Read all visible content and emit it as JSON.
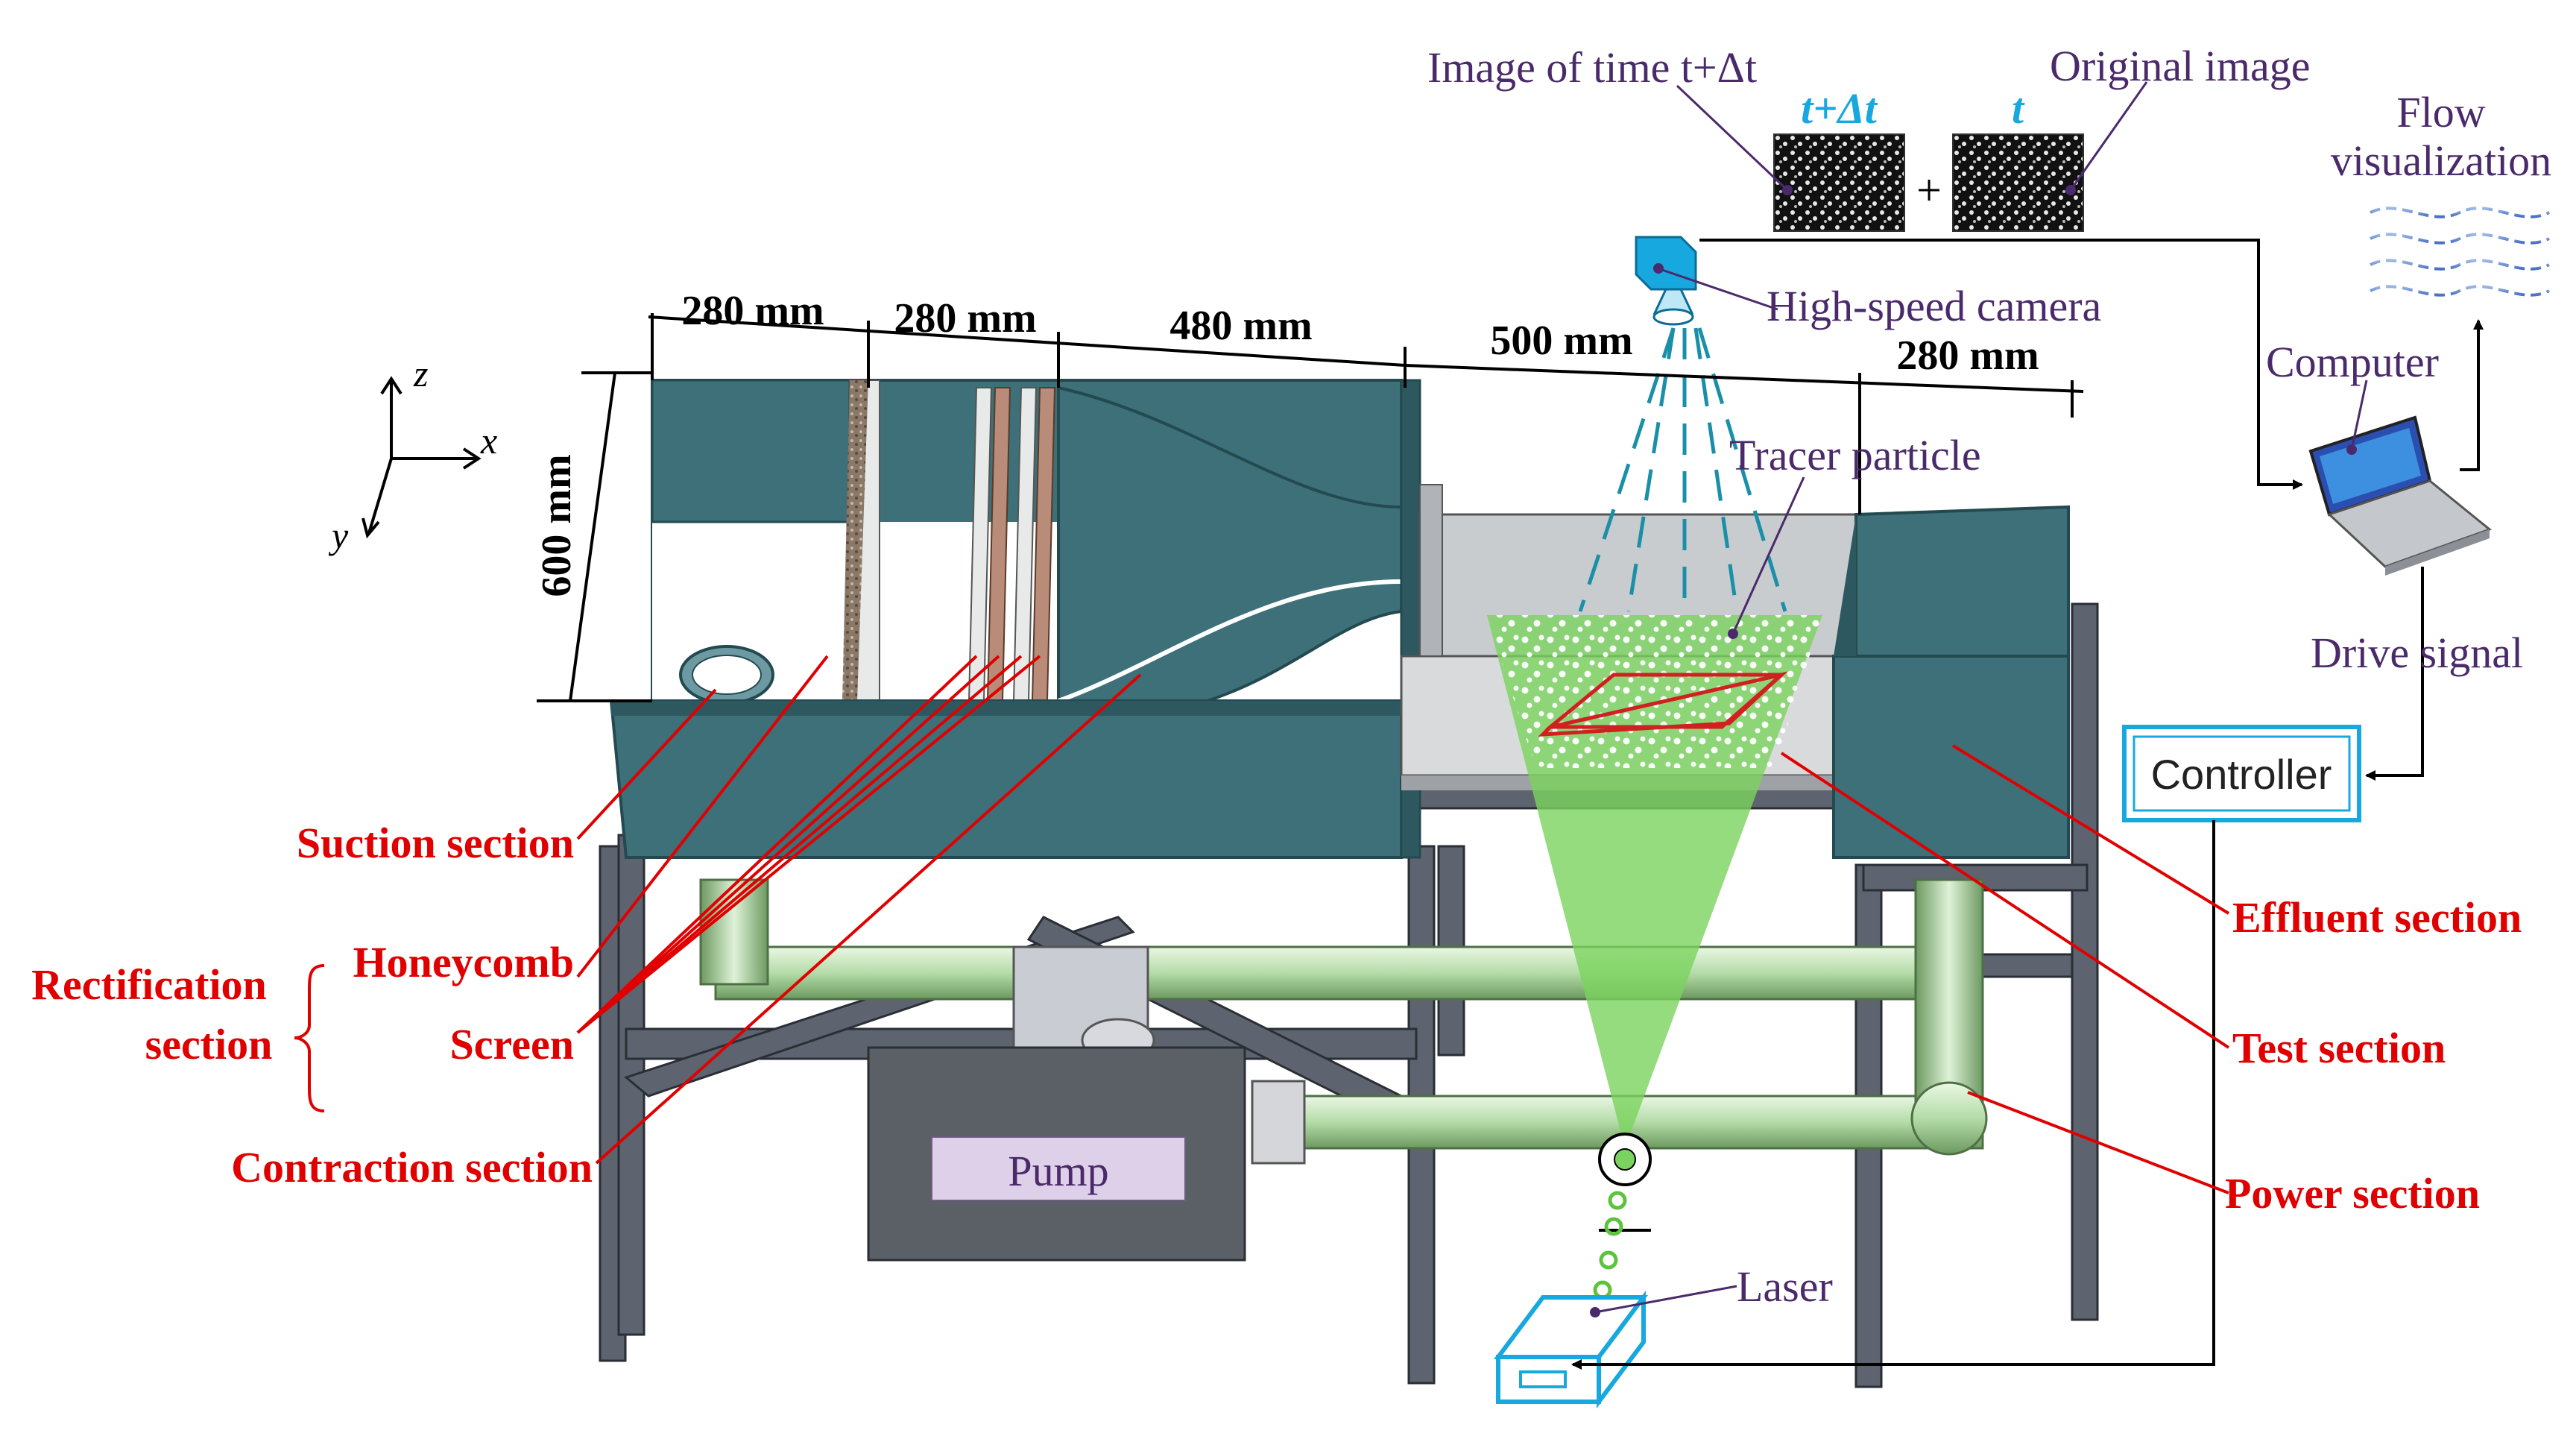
{
  "labels": {
    "suction": "Suction section",
    "rectification_line1": "Rectification",
    "rectification_line2": "section",
    "honeycomb": "Honeycomb",
    "screen": "Screen",
    "contraction": "Contraction section",
    "effluent": "Effluent section",
    "test": "Test section",
    "power": "Power section",
    "pump": "Pump",
    "laser": "Laser",
    "controller": "Controller",
    "computer": "Computer",
    "drive_signal": "Drive signal",
    "flow_vis_line1": "Flow",
    "flow_vis_line2": "visualization",
    "camera": "High-speed camera",
    "tracer": "Tracer particle",
    "image_t_dt": "Image of time t+Δt",
    "original_image": "Original image",
    "t_plus_dt": "t+Δt",
    "t": "t",
    "plus": "+"
  },
  "dimensions": {
    "d1": "280 mm",
    "d2": "280 mm",
    "d3": "480 mm",
    "d4": "500 mm",
    "d5": "280 mm",
    "height": "600 mm"
  },
  "axes": {
    "x": "x",
    "y": "y",
    "z": "z"
  },
  "colors": {
    "tank_wall": "#3d7078",
    "tank_edge": "#234a50",
    "frame": "#5d6470",
    "pipe": "#b4dca8",
    "laser_sheet": "#7ad35e",
    "label_red": "#e00000",
    "label_purple": "#4a2a6a",
    "accent_cyan": "#18a8e0",
    "pump_body": "#5b5f66"
  }
}
